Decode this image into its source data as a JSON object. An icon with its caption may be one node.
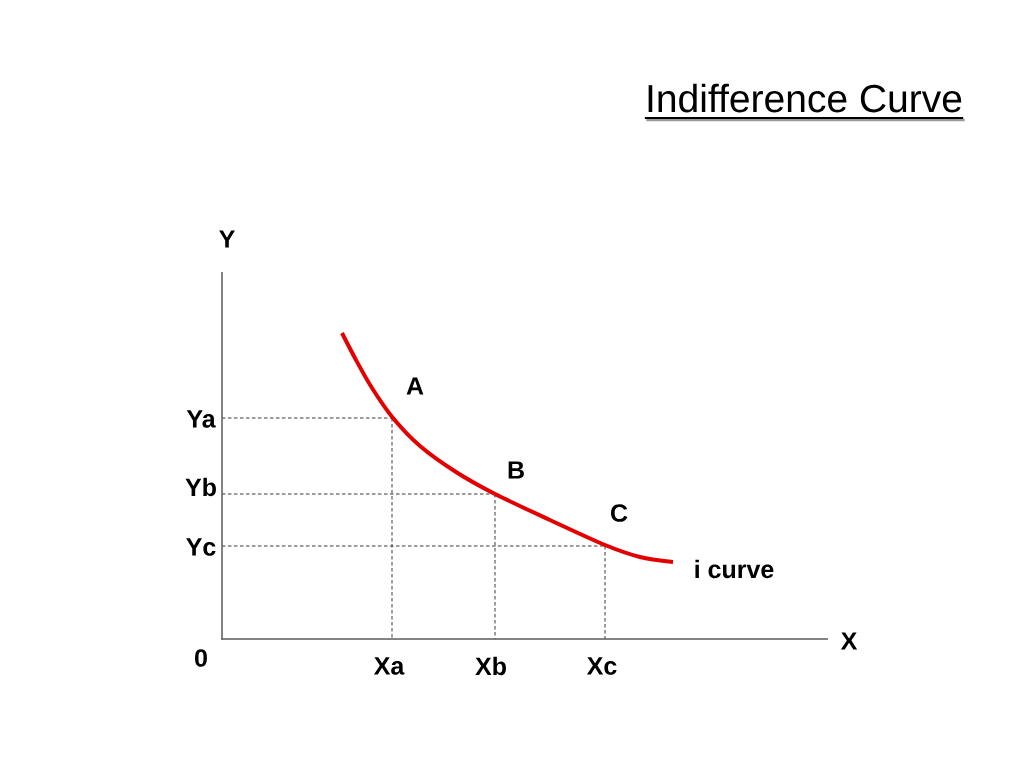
{
  "diagram": {
    "title": "Indifference Curve",
    "labels": [
      "Y",
      "A",
      "Ya",
      "B",
      "Yb",
      "C",
      "Yc",
      "i curve",
      "X",
      "0",
      "Xa",
      "Xb",
      "Xc"
    ]
  }
}
